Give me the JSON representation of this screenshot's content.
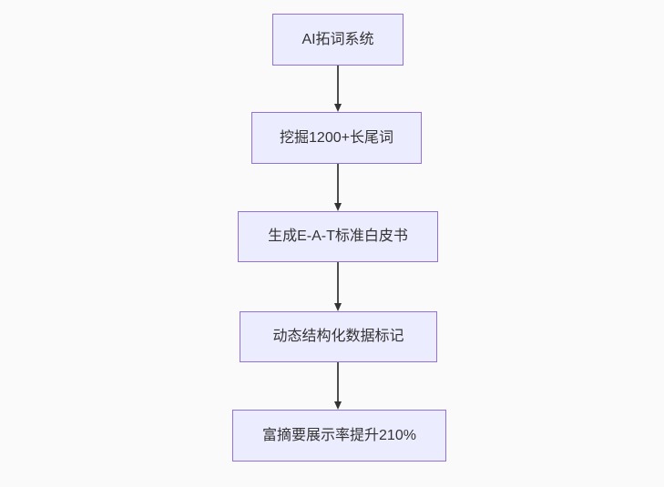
{
  "diagram": {
    "type": "flowchart",
    "direction": "top-down",
    "nodes": [
      {
        "id": "n1",
        "label": "AI拓词系统"
      },
      {
        "id": "n2",
        "label": "挖掘1200+长尾词"
      },
      {
        "id": "n3",
        "label": "生成E-A-T标准白皮书"
      },
      {
        "id": "n4",
        "label": "动态结构化数据标记"
      },
      {
        "id": "n5",
        "label": "富摘要展示率提升210%"
      }
    ],
    "edges": [
      {
        "from": "n1",
        "to": "n2",
        "style": "arrow-down"
      },
      {
        "from": "n2",
        "to": "n3",
        "style": "arrow-down"
      },
      {
        "from": "n3",
        "to": "n4",
        "style": "arrow-down"
      },
      {
        "from": "n4",
        "to": "n5",
        "style": "arrow-down"
      }
    ],
    "colors": {
      "background": "#fafafa",
      "node_fill": "#ececff",
      "node_border": "#9370db",
      "node_text": "#333333",
      "edge_line": "#4d4d4d",
      "arrowhead": "#333333"
    }
  }
}
